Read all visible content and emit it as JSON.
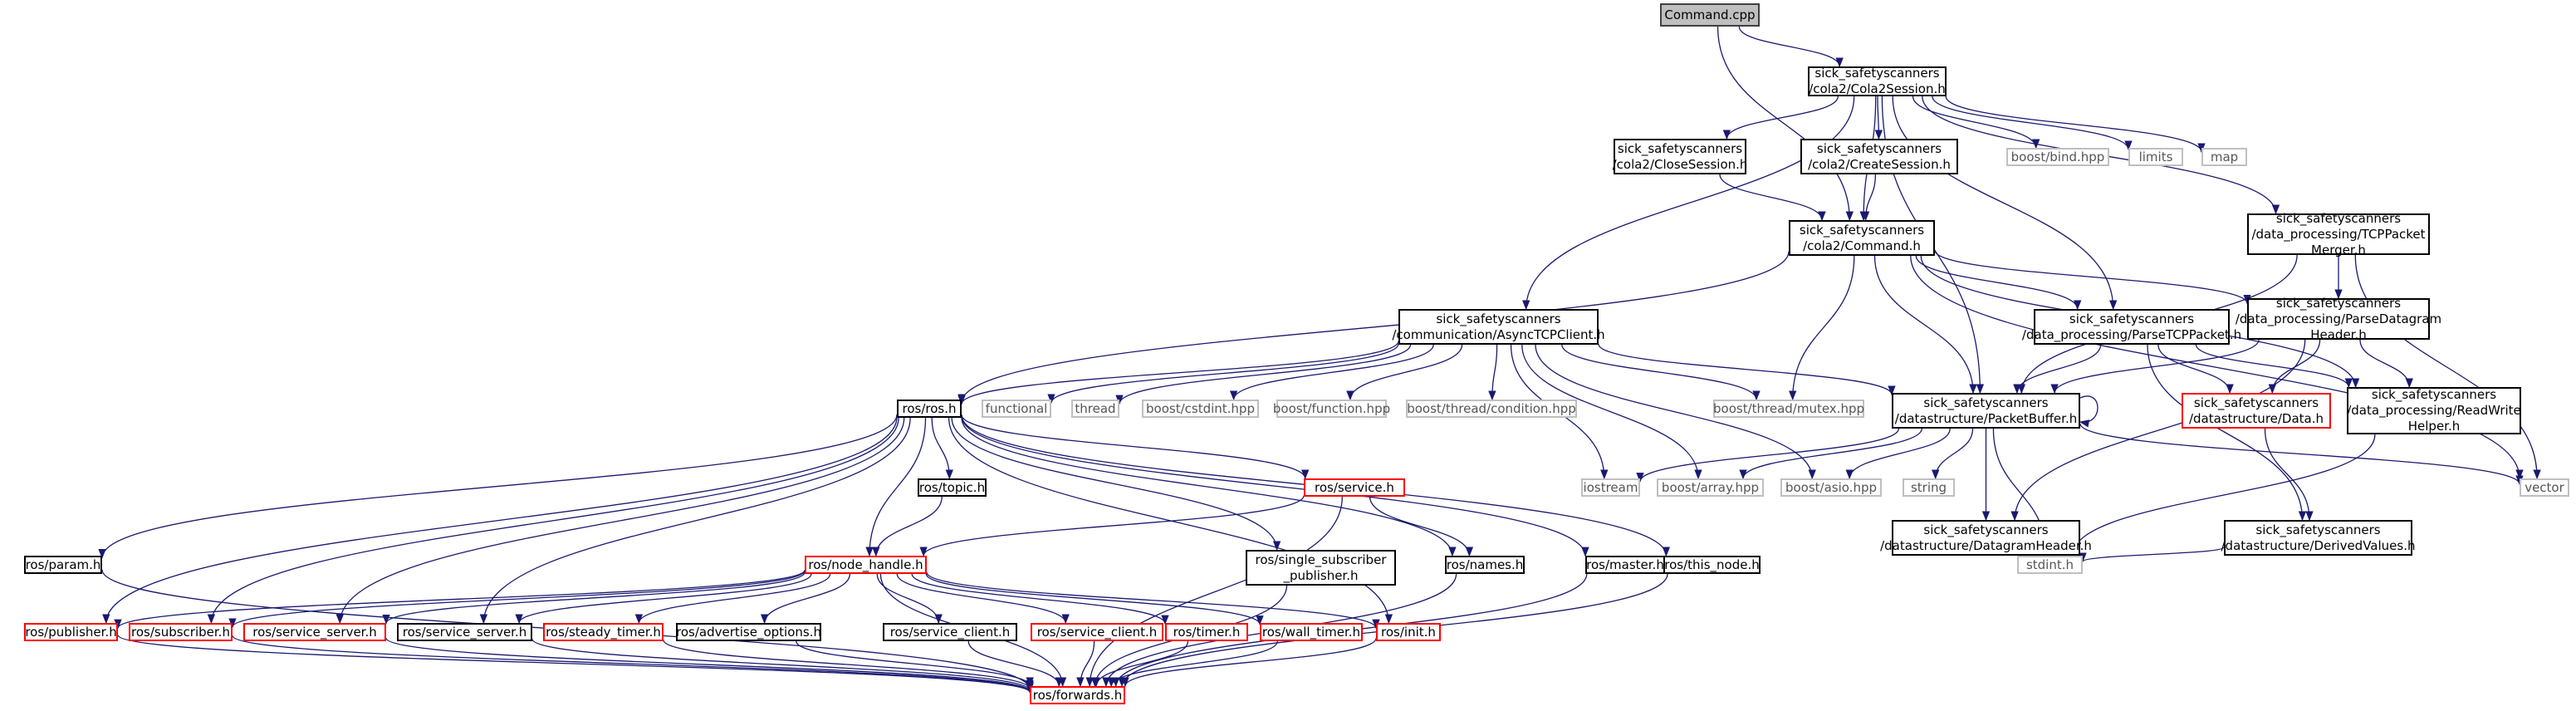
{
  "diagram": {
    "title": "Command.cpp",
    "colors": {
      "edge": "#191970",
      "root_fill": "#bfbfbf",
      "border": "#000000",
      "external_border": "#bfbfbf",
      "truncated_border": "#ff0000"
    },
    "nodes": [
      {
        "id": "command_cpp",
        "lines": [
          "Command.cpp"
        ],
        "kind": "root"
      },
      {
        "id": "cola2session",
        "lines": [
          "sick_safetyscanners",
          "/cola2/Cola2Session.h"
        ],
        "kind": "file"
      },
      {
        "id": "closesession",
        "lines": [
          "sick_safetyscanners",
          "/cola2/CloseSession.h"
        ],
        "kind": "file"
      },
      {
        "id": "createsession",
        "lines": [
          "sick_safetyscanners",
          "/cola2/CreateSession.h"
        ],
        "kind": "file"
      },
      {
        "id": "boostbind",
        "lines": [
          "boost/bind.hpp"
        ],
        "kind": "external"
      },
      {
        "id": "limits",
        "lines": [
          "limits"
        ],
        "kind": "external"
      },
      {
        "id": "map",
        "lines": [
          "map"
        ],
        "kind": "external"
      },
      {
        "id": "tcppacketmerger",
        "lines": [
          "sick_safetyscanners",
          "/data_processing/TCPPacket",
          "Merger.h"
        ],
        "kind": "file"
      },
      {
        "id": "command_h",
        "lines": [
          "sick_safetyscanners",
          "/cola2/Command.h"
        ],
        "kind": "file"
      },
      {
        "id": "asynctcp",
        "lines": [
          "sick_safetyscanners",
          "/communication/AsyncTCPClient.h"
        ],
        "kind": "file"
      },
      {
        "id": "parsetcp",
        "lines": [
          "sick_safetyscanners",
          "/data_processing/ParseTCPPacket.h"
        ],
        "kind": "file"
      },
      {
        "id": "parsedatagram",
        "lines": [
          "sick_safetyscanners",
          "/data_processing/ParseDatagram",
          "Header.h"
        ],
        "kind": "file"
      },
      {
        "id": "rosros",
        "lines": [
          "ros/ros.h"
        ],
        "kind": "file"
      },
      {
        "id": "functional",
        "lines": [
          "functional"
        ],
        "kind": "external"
      },
      {
        "id": "thread",
        "lines": [
          "thread"
        ],
        "kind": "external"
      },
      {
        "id": "cstdint",
        "lines": [
          "boost/cstdint.hpp"
        ],
        "kind": "external"
      },
      {
        "id": "function",
        "lines": [
          "boost/function.hpp"
        ],
        "kind": "external"
      },
      {
        "id": "condition",
        "lines": [
          "boost/thread/condition.hpp"
        ],
        "kind": "external"
      },
      {
        "id": "mutex",
        "lines": [
          "boost/thread/mutex.hpp"
        ],
        "kind": "external"
      },
      {
        "id": "packetbuffer",
        "lines": [
          "sick_safetyscanners",
          "/datastructure/PacketBuffer.h"
        ],
        "kind": "file"
      },
      {
        "id": "data_h",
        "lines": [
          "sick_safetyscanners",
          "/datastructure/Data.h"
        ],
        "kind": "truncated"
      },
      {
        "id": "readwrite",
        "lines": [
          "sick_safetyscanners",
          "/data_processing/ReadWrite",
          "Helper.h"
        ],
        "kind": "file"
      },
      {
        "id": "iostream",
        "lines": [
          "iostream"
        ],
        "kind": "external"
      },
      {
        "id": "array",
        "lines": [
          "boost/array.hpp"
        ],
        "kind": "external"
      },
      {
        "id": "asio",
        "lines": [
          "boost/asio.hpp"
        ],
        "kind": "external"
      },
      {
        "id": "string",
        "lines": [
          "string"
        ],
        "kind": "external"
      },
      {
        "id": "vector",
        "lines": [
          "vector"
        ],
        "kind": "external"
      },
      {
        "id": "datagramheader",
        "lines": [
          "sick_safetyscanners",
          "/datastructure/DatagramHeader.h"
        ],
        "kind": "file"
      },
      {
        "id": "derivedvalues",
        "lines": [
          "sick_safetyscanners",
          "/datastructure/DerivedValues.h"
        ],
        "kind": "file"
      },
      {
        "id": "stdint",
        "lines": [
          "stdint.h"
        ],
        "kind": "external"
      },
      {
        "id": "rostopic",
        "lines": [
          "ros/topic.h"
        ],
        "kind": "file"
      },
      {
        "id": "rosservice",
        "lines": [
          "ros/service.h"
        ],
        "kind": "truncated"
      },
      {
        "id": "rosparam",
        "lines": [
          "ros/param.h"
        ],
        "kind": "file"
      },
      {
        "id": "nodehandle",
        "lines": [
          "ros/node_handle.h"
        ],
        "kind": "truncated"
      },
      {
        "id": "singlesub",
        "lines": [
          "ros/single_subscriber",
          "_publisher.h"
        ],
        "kind": "file"
      },
      {
        "id": "rosnames",
        "lines": [
          "ros/names.h"
        ],
        "kind": "file"
      },
      {
        "id": "rosmaster",
        "lines": [
          "ros/master.h"
        ],
        "kind": "file"
      },
      {
        "id": "thisnode",
        "lines": [
          "ros/this_node.h"
        ],
        "kind": "file"
      },
      {
        "id": "publisher",
        "lines": [
          "ros/publisher.h"
        ],
        "kind": "truncated"
      },
      {
        "id": "subscriber",
        "lines": [
          "ros/subscriber.h"
        ],
        "kind": "truncated"
      },
      {
        "id": "servicesrv_red",
        "lines": [
          "ros/service_server.h"
        ],
        "kind": "truncated"
      },
      {
        "id": "servicesrv",
        "lines": [
          "ros/service_server.h"
        ],
        "kind": "file"
      },
      {
        "id": "steadytimer",
        "lines": [
          "ros/steady_timer.h"
        ],
        "kind": "truncated"
      },
      {
        "id": "advertise",
        "lines": [
          "ros/advertise_options.h"
        ],
        "kind": "file"
      },
      {
        "id": "serviceclient",
        "lines": [
          "ros/service_client.h"
        ],
        "kind": "file"
      },
      {
        "id": "serviceclient_red",
        "lines": [
          "ros/service_client.h"
        ],
        "kind": "truncated"
      },
      {
        "id": "timer",
        "lines": [
          "ros/timer.h"
        ],
        "kind": "truncated"
      },
      {
        "id": "walltimer",
        "lines": [
          "ros/wall_timer.h"
        ],
        "kind": "truncated"
      },
      {
        "id": "init",
        "lines": [
          "ros/init.h"
        ],
        "kind": "truncated"
      },
      {
        "id": "forwards",
        "lines": [
          "ros/forwards.h"
        ],
        "kind": "truncated"
      }
    ],
    "edges": [
      [
        "command_cpp",
        "cola2session"
      ],
      [
        "command_cpp",
        "command_h"
      ],
      [
        "cola2session",
        "asynctcp"
      ],
      [
        "cola2session",
        "closesession"
      ],
      [
        "cola2session",
        "createsession"
      ],
      [
        "cola2session",
        "command_h"
      ],
      [
        "cola2session",
        "boostbind"
      ],
      [
        "cola2session",
        "limits"
      ],
      [
        "cola2session",
        "map"
      ],
      [
        "cola2session",
        "tcppacketmerger"
      ],
      [
        "cola2session",
        "packetbuffer"
      ],
      [
        "cola2session",
        "parsetcp"
      ],
      [
        "closesession",
        "command_h"
      ],
      [
        "createsession",
        "command_h"
      ],
      [
        "command_h",
        "rosros"
      ],
      [
        "command_h",
        "mutex"
      ],
      [
        "command_h",
        "packetbuffer"
      ],
      [
        "command_h",
        "parsetcp"
      ],
      [
        "command_h",
        "readwrite"
      ],
      [
        "command_h",
        "vector"
      ],
      [
        "command_h",
        "parsedatagram"
      ],
      [
        "tcppacketmerger",
        "parsedatagram"
      ],
      [
        "tcppacketmerger",
        "vector"
      ],
      [
        "tcppacketmerger",
        "packetbuffer"
      ],
      [
        "parsedatagram",
        "packetbuffer"
      ],
      [
        "parsedatagram",
        "data_h"
      ],
      [
        "parsedatagram",
        "readwrite"
      ],
      [
        "parsedatagram",
        "datagramheader"
      ],
      [
        "parsetcp",
        "packetbuffer"
      ],
      [
        "parsetcp",
        "data_h"
      ],
      [
        "parsetcp",
        "readwrite"
      ],
      [
        "parsetcp",
        "derivedvalues"
      ],
      [
        "asynctcp",
        "rosros"
      ],
      [
        "asynctcp",
        "functional"
      ],
      [
        "asynctcp",
        "thread"
      ],
      [
        "asynctcp",
        "cstdint"
      ],
      [
        "asynctcp",
        "function"
      ],
      [
        "asynctcp",
        "condition"
      ],
      [
        "asynctcp",
        "mutex"
      ],
      [
        "asynctcp",
        "packetbuffer"
      ],
      [
        "asynctcp",
        "iostream"
      ],
      [
        "asynctcp",
        "array"
      ],
      [
        "asynctcp",
        "asio"
      ],
      [
        "packetbuffer",
        "packetbuffer"
      ],
      [
        "packetbuffer",
        "iostream"
      ],
      [
        "packetbuffer",
        "array"
      ],
      [
        "packetbuffer",
        "asio"
      ],
      [
        "packetbuffer",
        "string"
      ],
      [
        "packetbuffer",
        "vector"
      ],
      [
        "packetbuffer",
        "datagramheader"
      ],
      [
        "packetbuffer",
        "stdint"
      ],
      [
        "data_h",
        "derivedvalues"
      ],
      [
        "readwrite",
        "stdint"
      ],
      [
        "datagramheader",
        "stdint"
      ],
      [
        "derivedvalues",
        "stdint"
      ],
      [
        "rosros",
        "rosparam"
      ],
      [
        "rosros",
        "rostopic"
      ],
      [
        "rosros",
        "nodehandle"
      ],
      [
        "rosros",
        "rosservice"
      ],
      [
        "rosros",
        "singlesub"
      ],
      [
        "rosros",
        "rosnames"
      ],
      [
        "rosros",
        "rosmaster"
      ],
      [
        "rosros",
        "thisnode"
      ],
      [
        "rosros",
        "publisher"
      ],
      [
        "rosros",
        "subscriber"
      ],
      [
        "rosros",
        "servicesrv_red"
      ],
      [
        "rosros",
        "servicesrv"
      ],
      [
        "rosros",
        "init"
      ],
      [
        "rostopic",
        "nodehandle"
      ],
      [
        "rosservice",
        "nodehandle"
      ],
      [
        "rosservice",
        "rosnames"
      ],
      [
        "rosservice",
        "forwards"
      ],
      [
        "nodehandle",
        "publisher"
      ],
      [
        "nodehandle",
        "subscriber"
      ],
      [
        "nodehandle",
        "servicesrv_red"
      ],
      [
        "nodehandle",
        "servicesrv"
      ],
      [
        "nodehandle",
        "steadytimer"
      ],
      [
        "nodehandle",
        "advertise"
      ],
      [
        "nodehandle",
        "serviceclient"
      ],
      [
        "nodehandle",
        "serviceclient_red"
      ],
      [
        "nodehandle",
        "timer"
      ],
      [
        "nodehandle",
        "walltimer"
      ],
      [
        "nodehandle",
        "init"
      ],
      [
        "nodehandle",
        "forwards"
      ],
      [
        "rosparam",
        "forwards"
      ],
      [
        "publisher",
        "forwards"
      ],
      [
        "subscriber",
        "forwards"
      ],
      [
        "servicesrv_red",
        "forwards"
      ],
      [
        "servicesrv",
        "forwards"
      ],
      [
        "steadytimer",
        "forwards"
      ],
      [
        "advertise",
        "forwards"
      ],
      [
        "serviceclient",
        "forwards"
      ],
      [
        "serviceclient_red",
        "forwards"
      ],
      [
        "timer",
        "forwards"
      ],
      [
        "walltimer",
        "forwards"
      ],
      [
        "init",
        "forwards"
      ],
      [
        "singlesub",
        "forwards"
      ],
      [
        "rosnames",
        "forwards"
      ],
      [
        "rosmaster",
        "forwards"
      ],
      [
        "thisnode",
        "forwards"
      ]
    ]
  }
}
